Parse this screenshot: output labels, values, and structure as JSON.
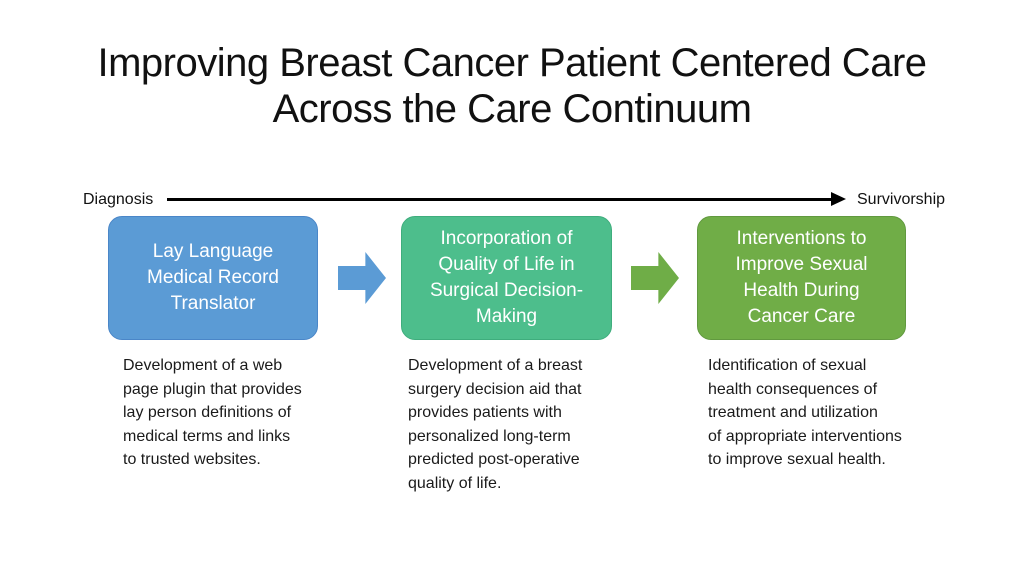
{
  "title": "Improving Breast Cancer Patient Centered Care\nAcross the Care Continuum",
  "timeline": {
    "start_label": "Diagnosis",
    "end_label": "Survivorship"
  },
  "stages": [
    {
      "box_label": "Lay Language\nMedical Record\nTranslator",
      "fill": "#5B9BD5",
      "border": "#4A86C8",
      "description": "Development of a web\npage plugin that provides\nlay person definitions of\nmedical terms and links\nto trusted websites."
    },
    {
      "box_label": "Incorporation of\nQuality of Life in\nSurgical Decision-\nMaking",
      "fill": "#4DBE8C",
      "border": "#3FAD7D",
      "description": "Development of a breast\nsurgery decision aid that\nprovides patients with\npersonalized long-term\npredicted post-operative\nquality of life."
    },
    {
      "box_label": "Interventions to\nImprove Sexual\nHealth During\nCancer Care",
      "fill": "#70AD47",
      "border": "#61993F",
      "description": "Identification of sexual\nhealth consequences of\ntreatment and utilization\nof appropriate interventions\nto improve sexual health."
    }
  ],
  "arrows": [
    {
      "fill": "#5B9BD5"
    },
    {
      "fill": "#6FAD47"
    }
  ],
  "line_color": "#000000"
}
